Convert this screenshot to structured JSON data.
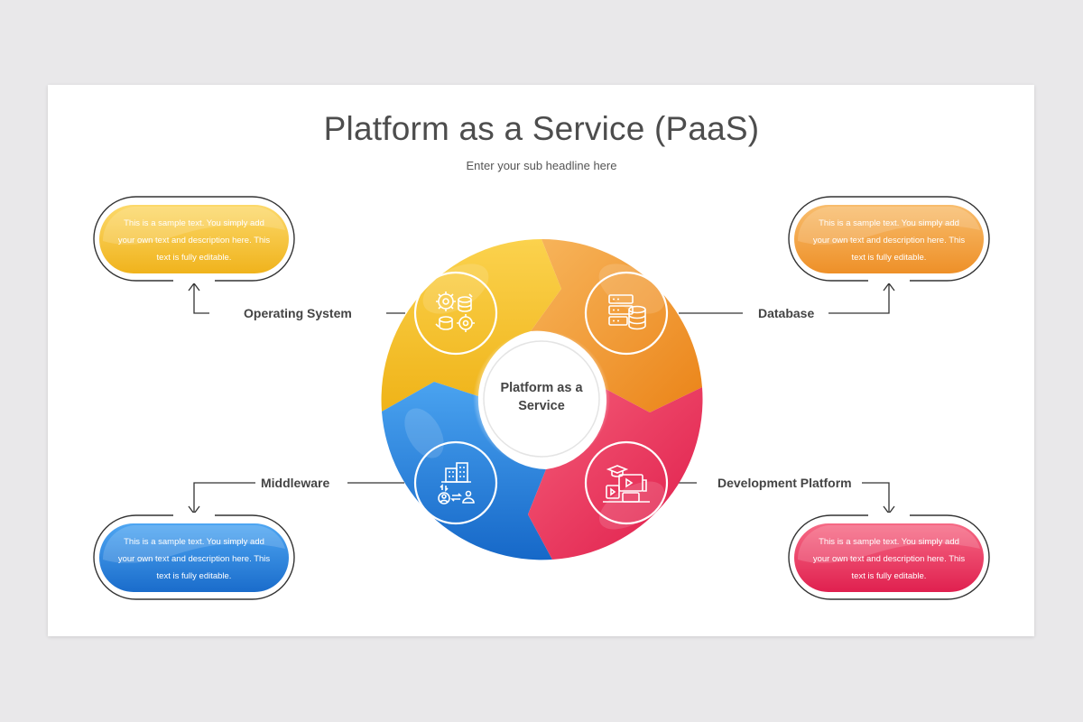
{
  "title": "Platform as a Service (PaaS)",
  "subtitle": "Enter your sub headline here",
  "center_label_line1": "Platform as a",
  "center_label_line2": "Service",
  "segments": [
    {
      "label": "Operating System",
      "text": [
        "This is a sample text. You simply add",
        "your own text and description here. This",
        "text is fully editable."
      ],
      "color": "#f4bc23",
      "icon": "gears-database-icon"
    },
    {
      "label": "Database",
      "text": [
        "This is a sample text. You simply add",
        "your own text and description here. This",
        "text is fully editable."
      ],
      "color": "#f29a35",
      "icon": "server-database-icon"
    },
    {
      "label": "Middleware",
      "text": [
        "This is a sample text. You simply add",
        "your own text and description here. This",
        "text is fully editable."
      ],
      "color": "#2b86e0",
      "icon": "building-users-exchange-icon"
    },
    {
      "label": "Development Platform",
      "text": [
        "This is a sample text. You simply add",
        "your own text and description here. This",
        "text is fully editable."
      ],
      "color": "#ea2f5b",
      "icon": "education-media-devices-icon"
    }
  ]
}
